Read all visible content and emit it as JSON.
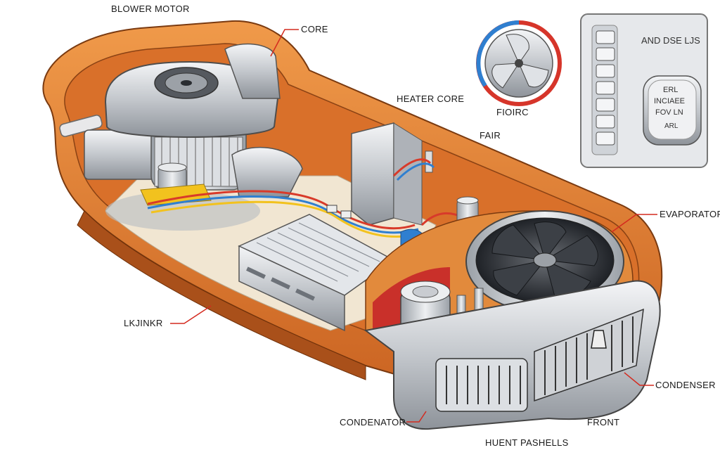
{
  "labels": {
    "blower_motor": "BLOWER MOTOR",
    "core": "CORE",
    "heater_core": "HEATER CORE",
    "fiorc": "FIOIRC",
    "fair": "FAIR",
    "evaporator": "EVAPORATOR",
    "lkjinkr": "LKJINKR",
    "condenser": "CONDENSER",
    "condenator": "CONDENATOR",
    "front": "FRONT",
    "huent_pashells": "HUENT PASHELLS"
  },
  "control_panel": {
    "title": "AND DSE LJS",
    "knob_lines": [
      "ERL",
      "INCIAEE",
      "FOV LN",
      "ARL"
    ],
    "button_count": 7
  },
  "colors": {
    "housing_orange": "#e07a2c",
    "housing_dark": "#b8561a",
    "floor": "#f1e6d2",
    "metal": "#c9ccd1",
    "wire_red": "#d83a2a",
    "wire_blue": "#2f7fd0",
    "wire_yellow": "#f2c21e",
    "leader_red": "#d42a1f"
  }
}
